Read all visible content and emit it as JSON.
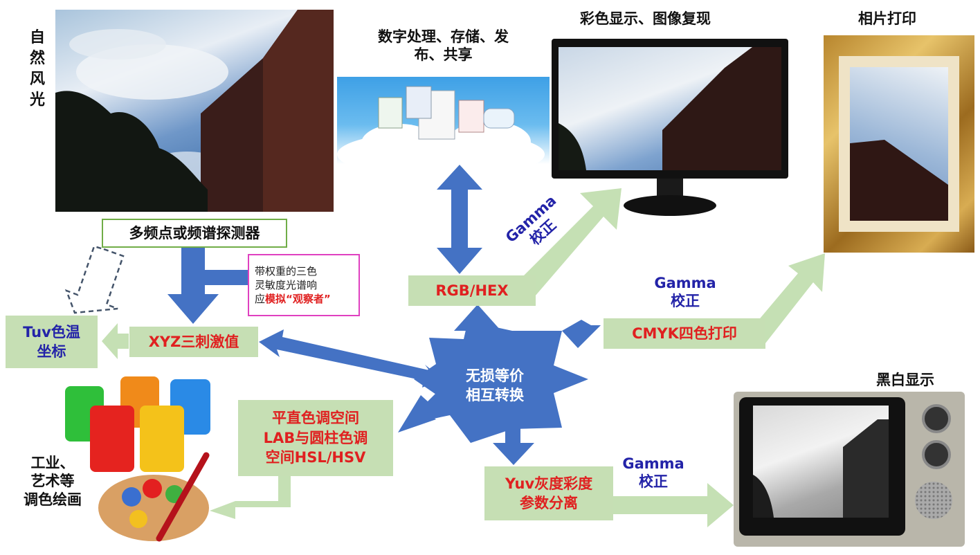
{
  "labels": {
    "nature": "自然风光",
    "digital": "数字处理、存储、发布、共享",
    "color_display": "彩色显示、图像复现",
    "photo_print": "相片打印",
    "bw_display": "黑白显示",
    "industry_line1": "工业、",
    "industry_line2": "艺术等",
    "industry_line3": "调色绘画"
  },
  "boxes": {
    "detector": "多频点或频谱探测器",
    "weights_line1": "带权重的三色",
    "weights_line2": "灵敏度光谱响",
    "weights_prefix": "应",
    "weights_highlight": "模拟“观察者”",
    "tuv_line1": "Tuv色温",
    "tuv_line2": "坐标",
    "xyz": "XYZ三刺激值",
    "rgb": "RGB/HEX",
    "cmyk": "CMYK四色打印",
    "center_line1": "无损等价",
    "center_line2": "相互转换",
    "lab_line1": "平直色调空间",
    "lab_line2": "LAB与圆柱色调",
    "lab_line3": "空间HSL/HSV",
    "yuv_line1": "Yuv灰度彩度",
    "yuv_line2": "参数分离"
  },
  "gamma": {
    "word": "Gamma",
    "correction": "校正"
  },
  "colors": {
    "arrow_blue": "#4472c4",
    "arrow_green": "#c5e0b4",
    "box_green": "#c6dfb4",
    "text_red": "#e02020",
    "text_blue": "#2323a8",
    "border_green": "#70ad47",
    "border_pink": "#e040c0"
  }
}
